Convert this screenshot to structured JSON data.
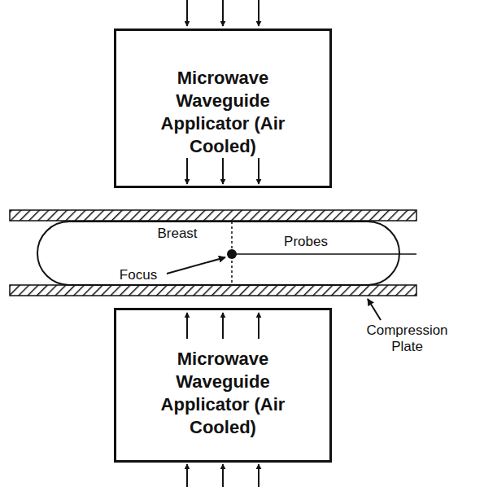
{
  "diagram": {
    "nodes": [
      {
        "text": [
          "Microwave Waveguide Applicator (Air Cooled)"
        ]
      },
      {
        "text": [
          "Microwave Waveguide Applicator (Air Cooled)"
        ]
      }
    ],
    "labels": [
      "Breast",
      "Probes",
      "Focus",
      "Compression Plate"
    ]
  }
}
